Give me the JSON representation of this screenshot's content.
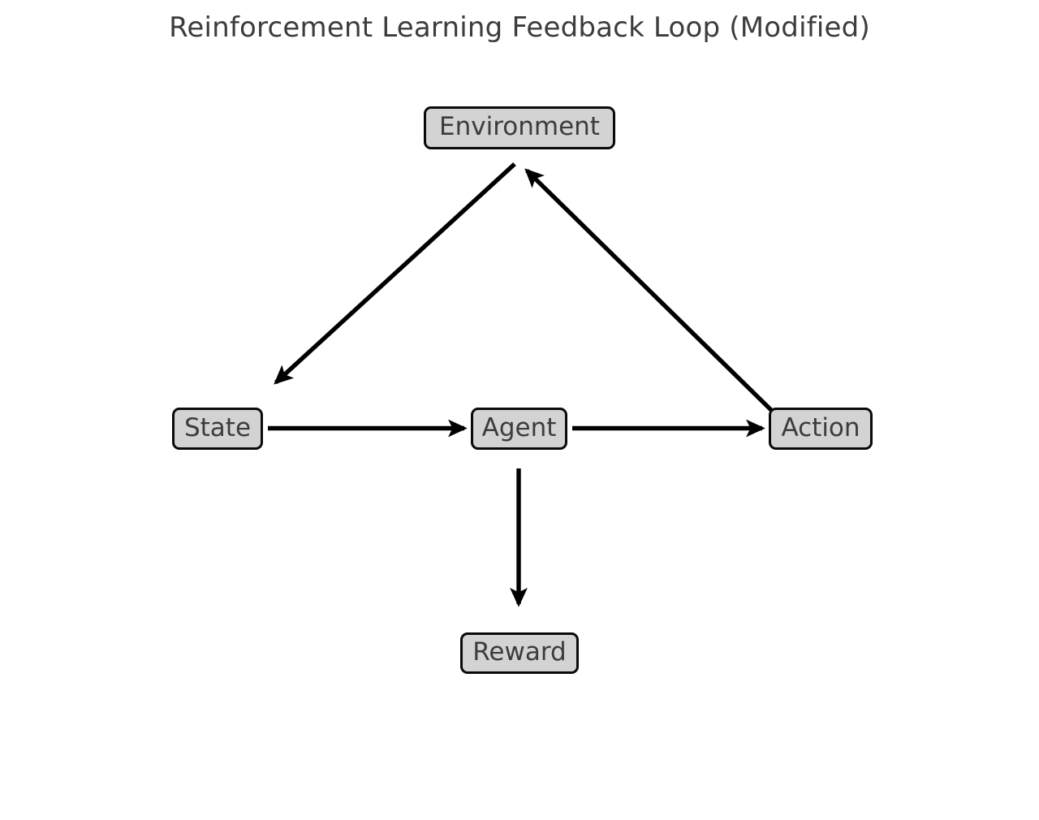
{
  "diagram": {
    "title": "Reinforcement Learning Feedback Loop (Modified)",
    "background_color": "#ffffff",
    "node_fill_color": "#d3d3d3",
    "node_border_color": "#0a0a0a",
    "node_text_color": "#3c3c3c",
    "edge_color": "#000000",
    "nodes": [
      {
        "id": "environment",
        "label": "Environment"
      },
      {
        "id": "state",
        "label": "State"
      },
      {
        "id": "agent",
        "label": "Agent"
      },
      {
        "id": "action",
        "label": "Action"
      },
      {
        "id": "reward",
        "label": "Reward"
      }
    ],
    "edges": [
      {
        "id": "environment-to-state",
        "from": "Environment",
        "to": "State",
        "label": "",
        "directed": true
      },
      {
        "id": "state-to-agent",
        "from": "State",
        "to": "Agent",
        "label": "",
        "directed": true
      },
      {
        "id": "agent-to-action",
        "from": "Agent",
        "to": "Action",
        "label": "",
        "directed": true
      },
      {
        "id": "action-to-environment",
        "from": "Action",
        "to": "Environment",
        "label": "",
        "directed": true
      },
      {
        "id": "agent-to-reward",
        "from": "Agent",
        "to": "Reward",
        "label": "",
        "directed": true
      }
    ]
  }
}
